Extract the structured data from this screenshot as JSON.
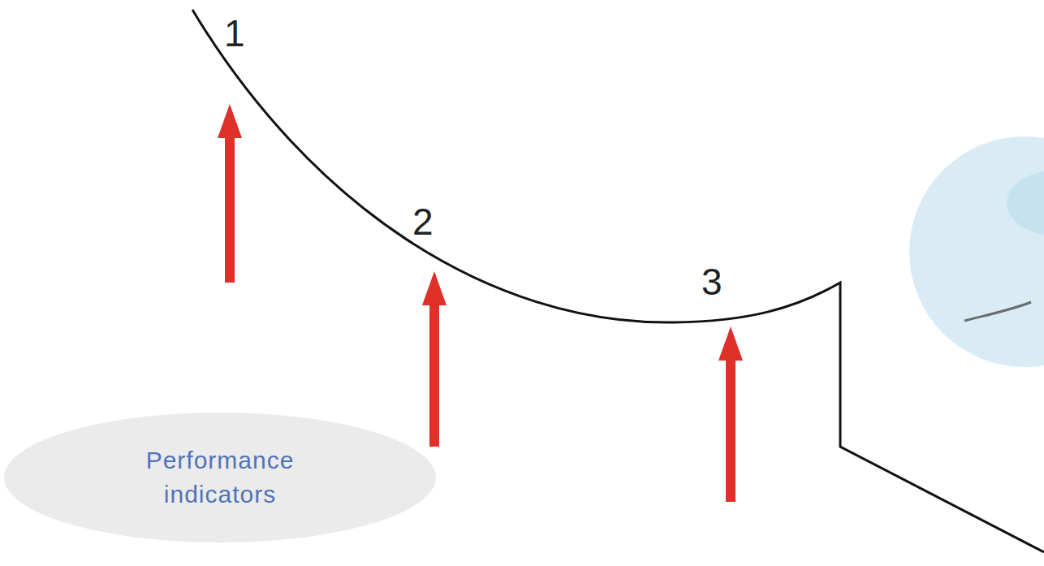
{
  "diagram": {
    "nodes": [
      {
        "text": [
          "Performance indicators"
        ]
      }
    ],
    "labels": [
      "1",
      "2",
      "3"
    ]
  }
}
